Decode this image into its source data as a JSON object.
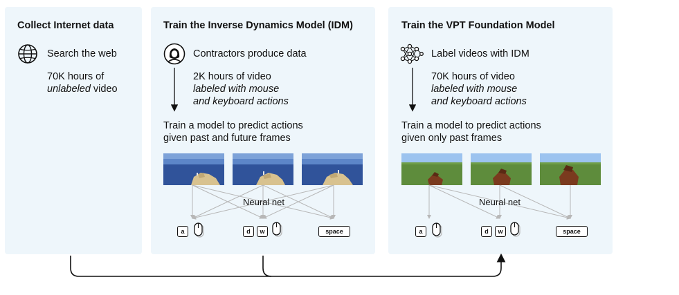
{
  "panels": {
    "collect": {
      "title": "Collect Internet data",
      "step": "Search the web",
      "detail1": "70K hours of",
      "detail2_italic": "unlabeled",
      "detail2_rest": " video"
    },
    "idm": {
      "title": "Train the Inverse Dynamics Model (IDM)",
      "step": "Contractors produce data",
      "detail1": "2K hours of video",
      "detail2": "labeled with mouse",
      "detail3": "and keyboard actions",
      "train1": "Train a model to predict actions",
      "train2": "given past and future frames",
      "neural_net": "Neural net",
      "keys": [
        "a",
        "d",
        "w",
        "space"
      ]
    },
    "vpt": {
      "title": "Train the VPT Foundation Model",
      "step": "Label videos with IDM",
      "detail1": "70K hours of video",
      "detail2": "labeled with mouse",
      "detail3": "and keyboard actions",
      "train1": "Train a model to predict actions",
      "train2": "given only past frames",
      "neural_net": "Neural net",
      "keys": [
        "a",
        "d",
        "w",
        "space"
      ]
    }
  },
  "icons": {
    "globe": "globe-icon",
    "person": "person-icon",
    "network": "neural-network-icon",
    "mouse": "mouse-icon",
    "arrow": "down-arrow-icon"
  },
  "colors": {
    "panel_bg": "#eef6fb",
    "arrow_gray": "#b7b7b7",
    "text": "#111111",
    "sky": "#5d86c8",
    "water": "#30539a",
    "sand": "#d8c28f",
    "grass": "#5e8c3c",
    "horse": "#7a3a1e"
  }
}
